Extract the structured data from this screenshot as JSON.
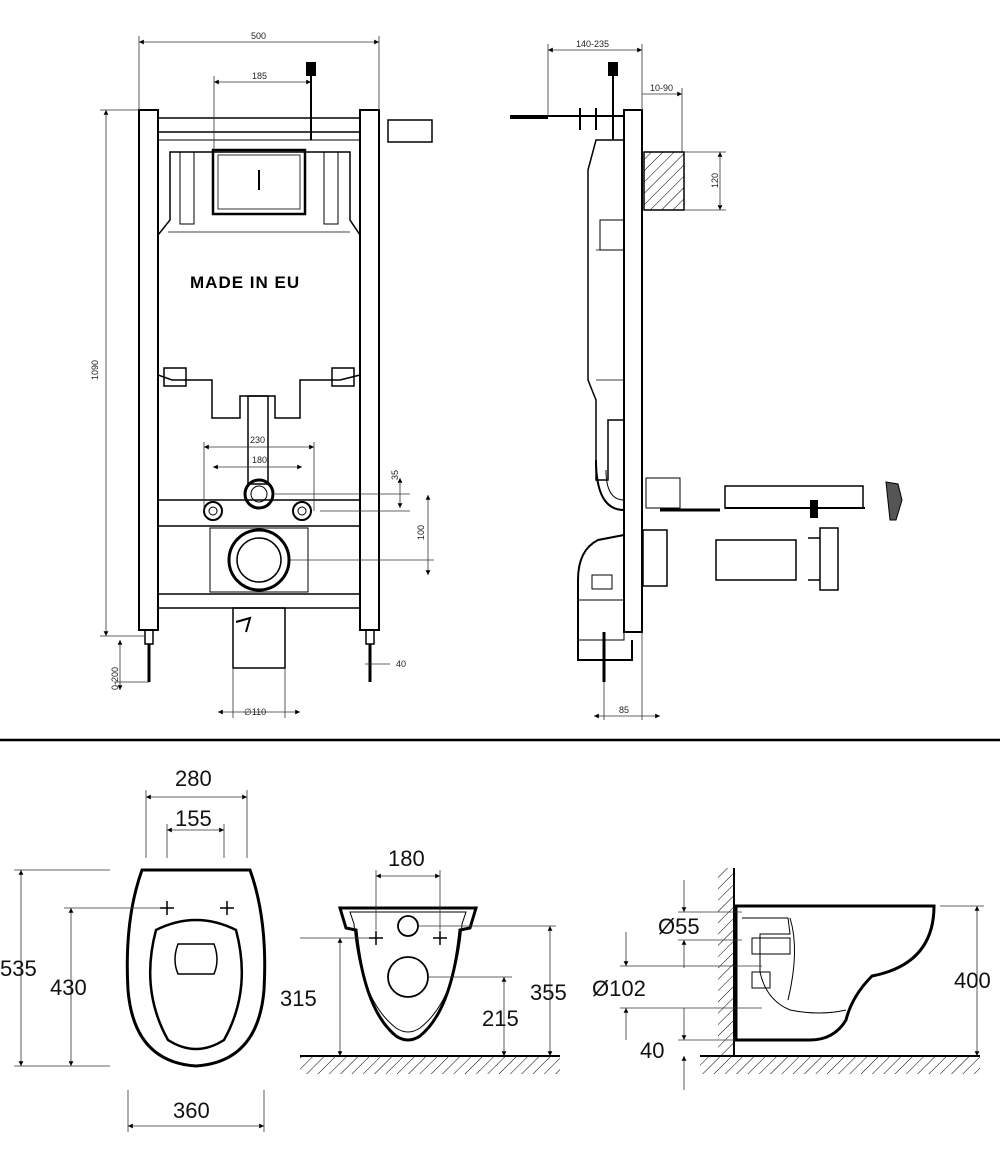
{
  "frame_front": {
    "width": "500",
    "spacing_185": "185",
    "height": "1090",
    "marking": "MADE IN EU",
    "spacing_230": "230",
    "spacing_180": "180",
    "offset_35": "35",
    "offset_100": "100",
    "leg_range": "0-200",
    "leg_40": "40",
    "pipe_diameter": "∅110"
  },
  "frame_side": {
    "depth_range": "140-235",
    "offset_range": "10-90",
    "height_120": "120",
    "depth_85": "85"
  },
  "bowl_top": {
    "width_280": "280",
    "width_155": "155",
    "length_535": "535",
    "length_430": "430",
    "width_360": "360"
  },
  "bowl_rear": {
    "spacing_180": "180",
    "height_315": "315",
    "height_355": "355",
    "height_215": "215"
  },
  "bowl_side": {
    "diameter_55": "Ø55",
    "diameter_102": "Ø102",
    "offset_40": "40",
    "height_400": "400"
  }
}
